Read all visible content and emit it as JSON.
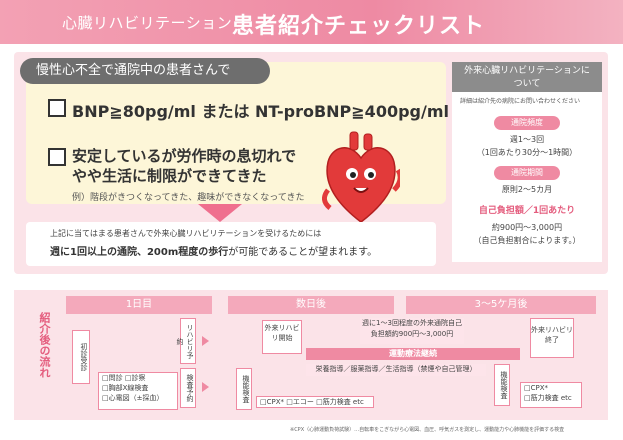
{
  "header": {
    "subtitle": "心臓リハビリテーション",
    "title": "患者紹介チェックリスト"
  },
  "checklist": {
    "lead": "慢性心不全で通院中の患者さんで",
    "item1": "BNP≧80pg/ml または NT-proBNP≧400pg/ml",
    "item2_line1": "安定しているが労作時の息切れで",
    "item2_line2": "やや生活に制限ができてきた",
    "example": "例）階段がきつくなってきた、趣味ができなくなってきた"
  },
  "sidebar": {
    "title_line1": "外来心臓リハビリテーションに",
    "title_line2": "ついて",
    "note": "詳細は紹介先の病院にお問い合わせください",
    "freq_label": "通院頻度",
    "freq_line1": "週1～3回",
    "freq_line2": "（1回あたり30分～1時間）",
    "period_label": "通院期間",
    "period_value": "原則2～5カ月",
    "cost_label": "自己負担額／1回あたり",
    "cost_line1": "約900円～3,000円",
    "cost_line2": "（自己負担割合によります。）"
  },
  "notice": {
    "line1": "上記に当てはまる患者さんで外来心臓リハビリテーションを受けるためには",
    "line2_bold": "週に1回以上の通院、200m程度の歩行",
    "line2_rest": "が可能であることが望まれます。"
  },
  "flow": {
    "label": "紹介後の流れ",
    "phase1": "1日目",
    "phase2": "数日後",
    "phase3": "3～5ケ月後",
    "first_visit": "初診受診",
    "tests": [
      "□問診 □診察",
      "□胸部X線検査",
      "□心電図（±採血）"
    ],
    "rehab_booking": "リハビリ予約",
    "test_booking": "検査予約",
    "functional_test": "機能検査",
    "outpatient_start": "外来リハビリ開始",
    "weekly": "週に1～3回程度の外来通院自己負担額約900円～3,000円",
    "exercise": "運動療法継続",
    "guidance": "栄養指導／服薬指導／生活指導（禁煙や自己管理）",
    "tests2": "□CPX* □エコー □筋力検査 etc",
    "functional_test2": "機能検査",
    "outpatient_end": "外来リハビリ終了",
    "tests3": [
      "□CPX*",
      "□筋力検査 etc"
    ],
    "footnote": "※CPX（心肺運動負荷試験）…自転車をこぎながら心電図、血圧、呼気ガスを測定し、運動能力や心肺機能を評価する検査"
  }
}
